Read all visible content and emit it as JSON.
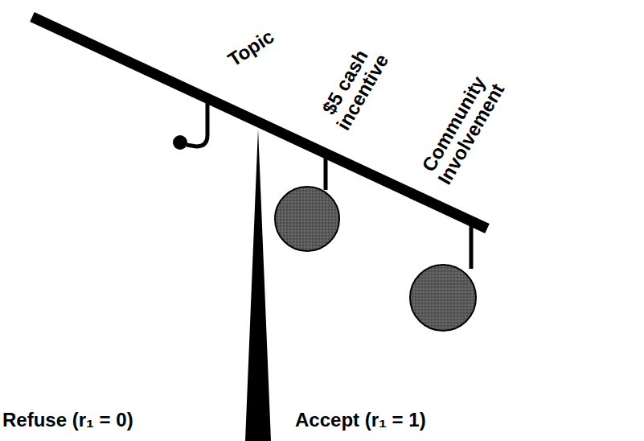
{
  "diagram": {
    "labels": [
      "Topic",
      "$5 cash incentive",
      "Community Involvement",
      "Refuse (r₁ = 0)",
      "Accept (r₁ = 1)"
    ]
  }
}
